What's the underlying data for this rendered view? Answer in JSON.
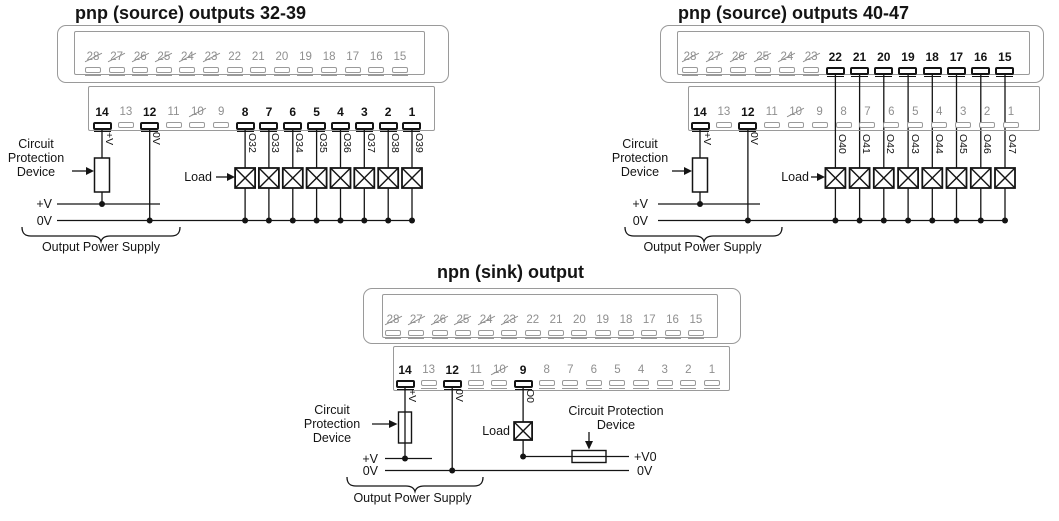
{
  "colors": {
    "ink": "#141414",
    "gray": "#8f8f8f"
  },
  "diagrams": {
    "pnp32": {
      "title": "pnp (source) outputs 32-39",
      "top_terminals": [
        {
          "label": "28",
          "struck": true
        },
        {
          "label": "27",
          "struck": true
        },
        {
          "label": "26",
          "struck": true
        },
        {
          "label": "25",
          "struck": true
        },
        {
          "label": "24",
          "struck": true
        },
        {
          "label": "23",
          "struck": true
        },
        {
          "label": "22"
        },
        {
          "label": "21"
        },
        {
          "label": "20"
        },
        {
          "label": "19"
        },
        {
          "label": "18"
        },
        {
          "label": "17"
        },
        {
          "label": "16"
        },
        {
          "label": "15"
        }
      ],
      "bottom_terminals": [
        {
          "label": "14",
          "active": true
        },
        {
          "label": "13"
        },
        {
          "label": "12",
          "active": true
        },
        {
          "label": "11"
        },
        {
          "label": "10",
          "struck": true
        },
        {
          "label": "9"
        },
        {
          "label": "8",
          "active": true
        },
        {
          "label": "7",
          "active": true
        },
        {
          "label": "6",
          "active": true
        },
        {
          "label": "5",
          "active": true
        },
        {
          "label": "4",
          "active": true
        },
        {
          "label": "3",
          "active": true
        },
        {
          "label": "2",
          "active": true
        },
        {
          "label": "1",
          "active": true
        }
      ],
      "cpd_line1": "Circuit",
      "cpd_line2": "Protection",
      "cpd_line3": "Device",
      "load_label": "Load",
      "wire14_label": "+V",
      "wire12_label": "0V",
      "outputs": [
        "O32",
        "O33",
        "O34",
        "O35",
        "O36",
        "O37",
        "O38",
        "O39"
      ],
      "plus_v": "+V",
      "zero_v": "0V",
      "power_supply": "Output Power Supply"
    },
    "pnp40": {
      "title": "pnp (source) outputs 40-47",
      "top_terminals": [
        {
          "label": "28",
          "struck": true
        },
        {
          "label": "27",
          "struck": true
        },
        {
          "label": "26",
          "struck": true
        },
        {
          "label": "25",
          "struck": true
        },
        {
          "label": "24",
          "struck": true
        },
        {
          "label": "23",
          "struck": true
        },
        {
          "label": "22",
          "active": true
        },
        {
          "label": "21",
          "active": true
        },
        {
          "label": "20",
          "active": true
        },
        {
          "label": "19",
          "active": true
        },
        {
          "label": "18",
          "active": true
        },
        {
          "label": "17",
          "active": true
        },
        {
          "label": "16",
          "active": true
        },
        {
          "label": "15",
          "active": true
        }
      ],
      "bottom_terminals": [
        {
          "label": "14",
          "active": true
        },
        {
          "label": "13"
        },
        {
          "label": "12",
          "active": true
        },
        {
          "label": "11"
        },
        {
          "label": "10",
          "struck": true
        },
        {
          "label": "9"
        },
        {
          "label": "8"
        },
        {
          "label": "7"
        },
        {
          "label": "6"
        },
        {
          "label": "5"
        },
        {
          "label": "4"
        },
        {
          "label": "3"
        },
        {
          "label": "2"
        },
        {
          "label": "1"
        }
      ],
      "cpd_line1": "Circuit",
      "cpd_line2": "Protection",
      "cpd_line3": "Device",
      "load_label": "Load",
      "wire14_label": "+V",
      "wire12_label": "0V",
      "outputs": [
        "O40",
        "O41",
        "O42",
        "O43",
        "O44",
        "O45",
        "O46",
        "O47"
      ],
      "plus_v": "+V",
      "zero_v": "0V",
      "power_supply": "Output Power Supply"
    },
    "npn": {
      "title": "npn (sink) output",
      "top_terminals": [
        {
          "label": "28",
          "struck": true
        },
        {
          "label": "27",
          "struck": true
        },
        {
          "label": "26",
          "struck": true
        },
        {
          "label": "25",
          "struck": true
        },
        {
          "label": "24",
          "struck": true
        },
        {
          "label": "23",
          "struck": true
        },
        {
          "label": "22"
        },
        {
          "label": "21"
        },
        {
          "label": "20"
        },
        {
          "label": "19"
        },
        {
          "label": "18"
        },
        {
          "label": "17"
        },
        {
          "label": "16"
        },
        {
          "label": "15"
        }
      ],
      "bottom_terminals": [
        {
          "label": "14",
          "active": true
        },
        {
          "label": "13"
        },
        {
          "label": "12",
          "active": true
        },
        {
          "label": "11"
        },
        {
          "label": "10",
          "struck": true
        },
        {
          "label": "9",
          "active": true
        },
        {
          "label": "8"
        },
        {
          "label": "7"
        },
        {
          "label": "6"
        },
        {
          "label": "5"
        },
        {
          "label": "4"
        },
        {
          "label": "3"
        },
        {
          "label": "2"
        },
        {
          "label": "1"
        }
      ],
      "cpd_line1": "Circuit",
      "cpd_line2": "Protection",
      "cpd_line3": "Device",
      "cpd2_line1": "Circuit Protection",
      "cpd2_line2": "Device",
      "load_label": "Load",
      "wire14_label": "+V",
      "wire12_label": "0V",
      "wire9_label": "O0",
      "plus_v": "+V",
      "zero_v": "0V",
      "plus_v0": "+V0",
      "zero_v_right": "0V",
      "power_supply": "Output Power Supply"
    }
  }
}
